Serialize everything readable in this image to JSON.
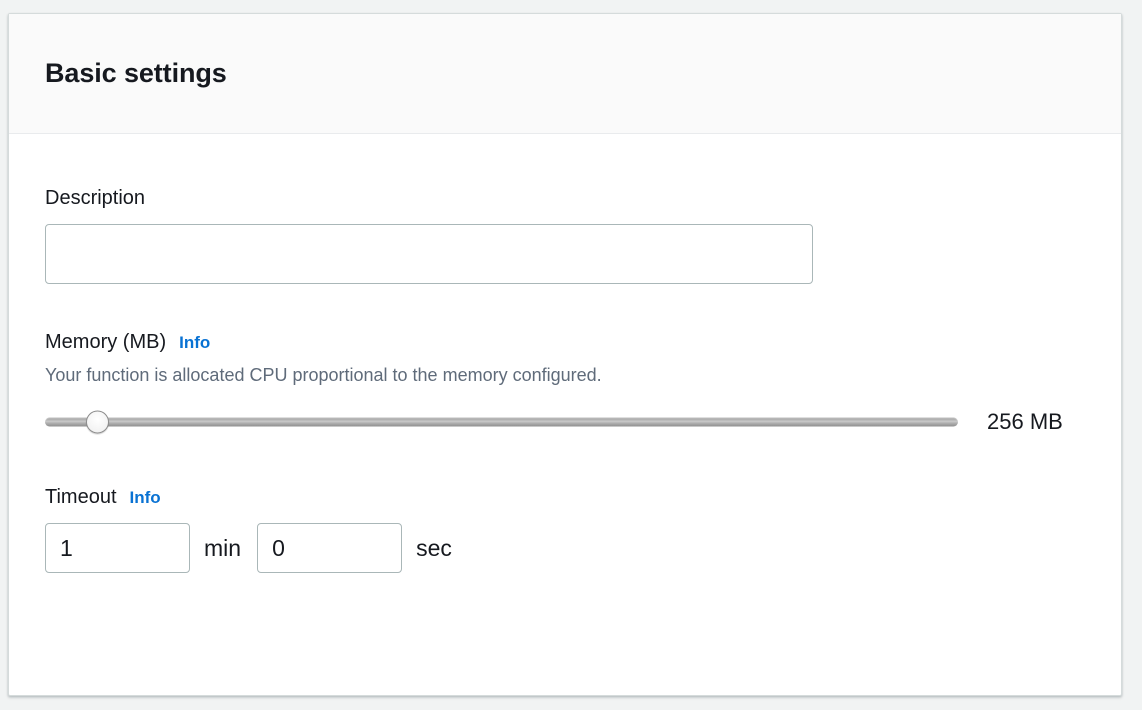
{
  "card": {
    "header": {
      "title": "Basic settings"
    },
    "fields": {
      "description": {
        "label": "Description",
        "value": "",
        "placeholder": ""
      },
      "memory": {
        "label": "Memory (MB)",
        "info_label": "Info",
        "hint": "Your function is allocated CPU proportional to the memory configured.",
        "value_label": "256 MB",
        "slider": {
          "min": 128,
          "max": 10240,
          "value": 256,
          "thumb_percent": 5.8
        }
      },
      "timeout": {
        "label": "Timeout",
        "info_label": "Info",
        "minutes": {
          "value": "1",
          "unit": "min"
        },
        "seconds": {
          "value": "0",
          "unit": "sec"
        }
      }
    }
  },
  "colors": {
    "accent_link": "#0972d3",
    "text_primary": "#16191f",
    "text_secondary": "#5f6b7a",
    "input_border": "#aab7b8",
    "card_border": "#d5dbdb",
    "header_bg": "#fafafa",
    "page_bg": "#f1f3f3"
  }
}
